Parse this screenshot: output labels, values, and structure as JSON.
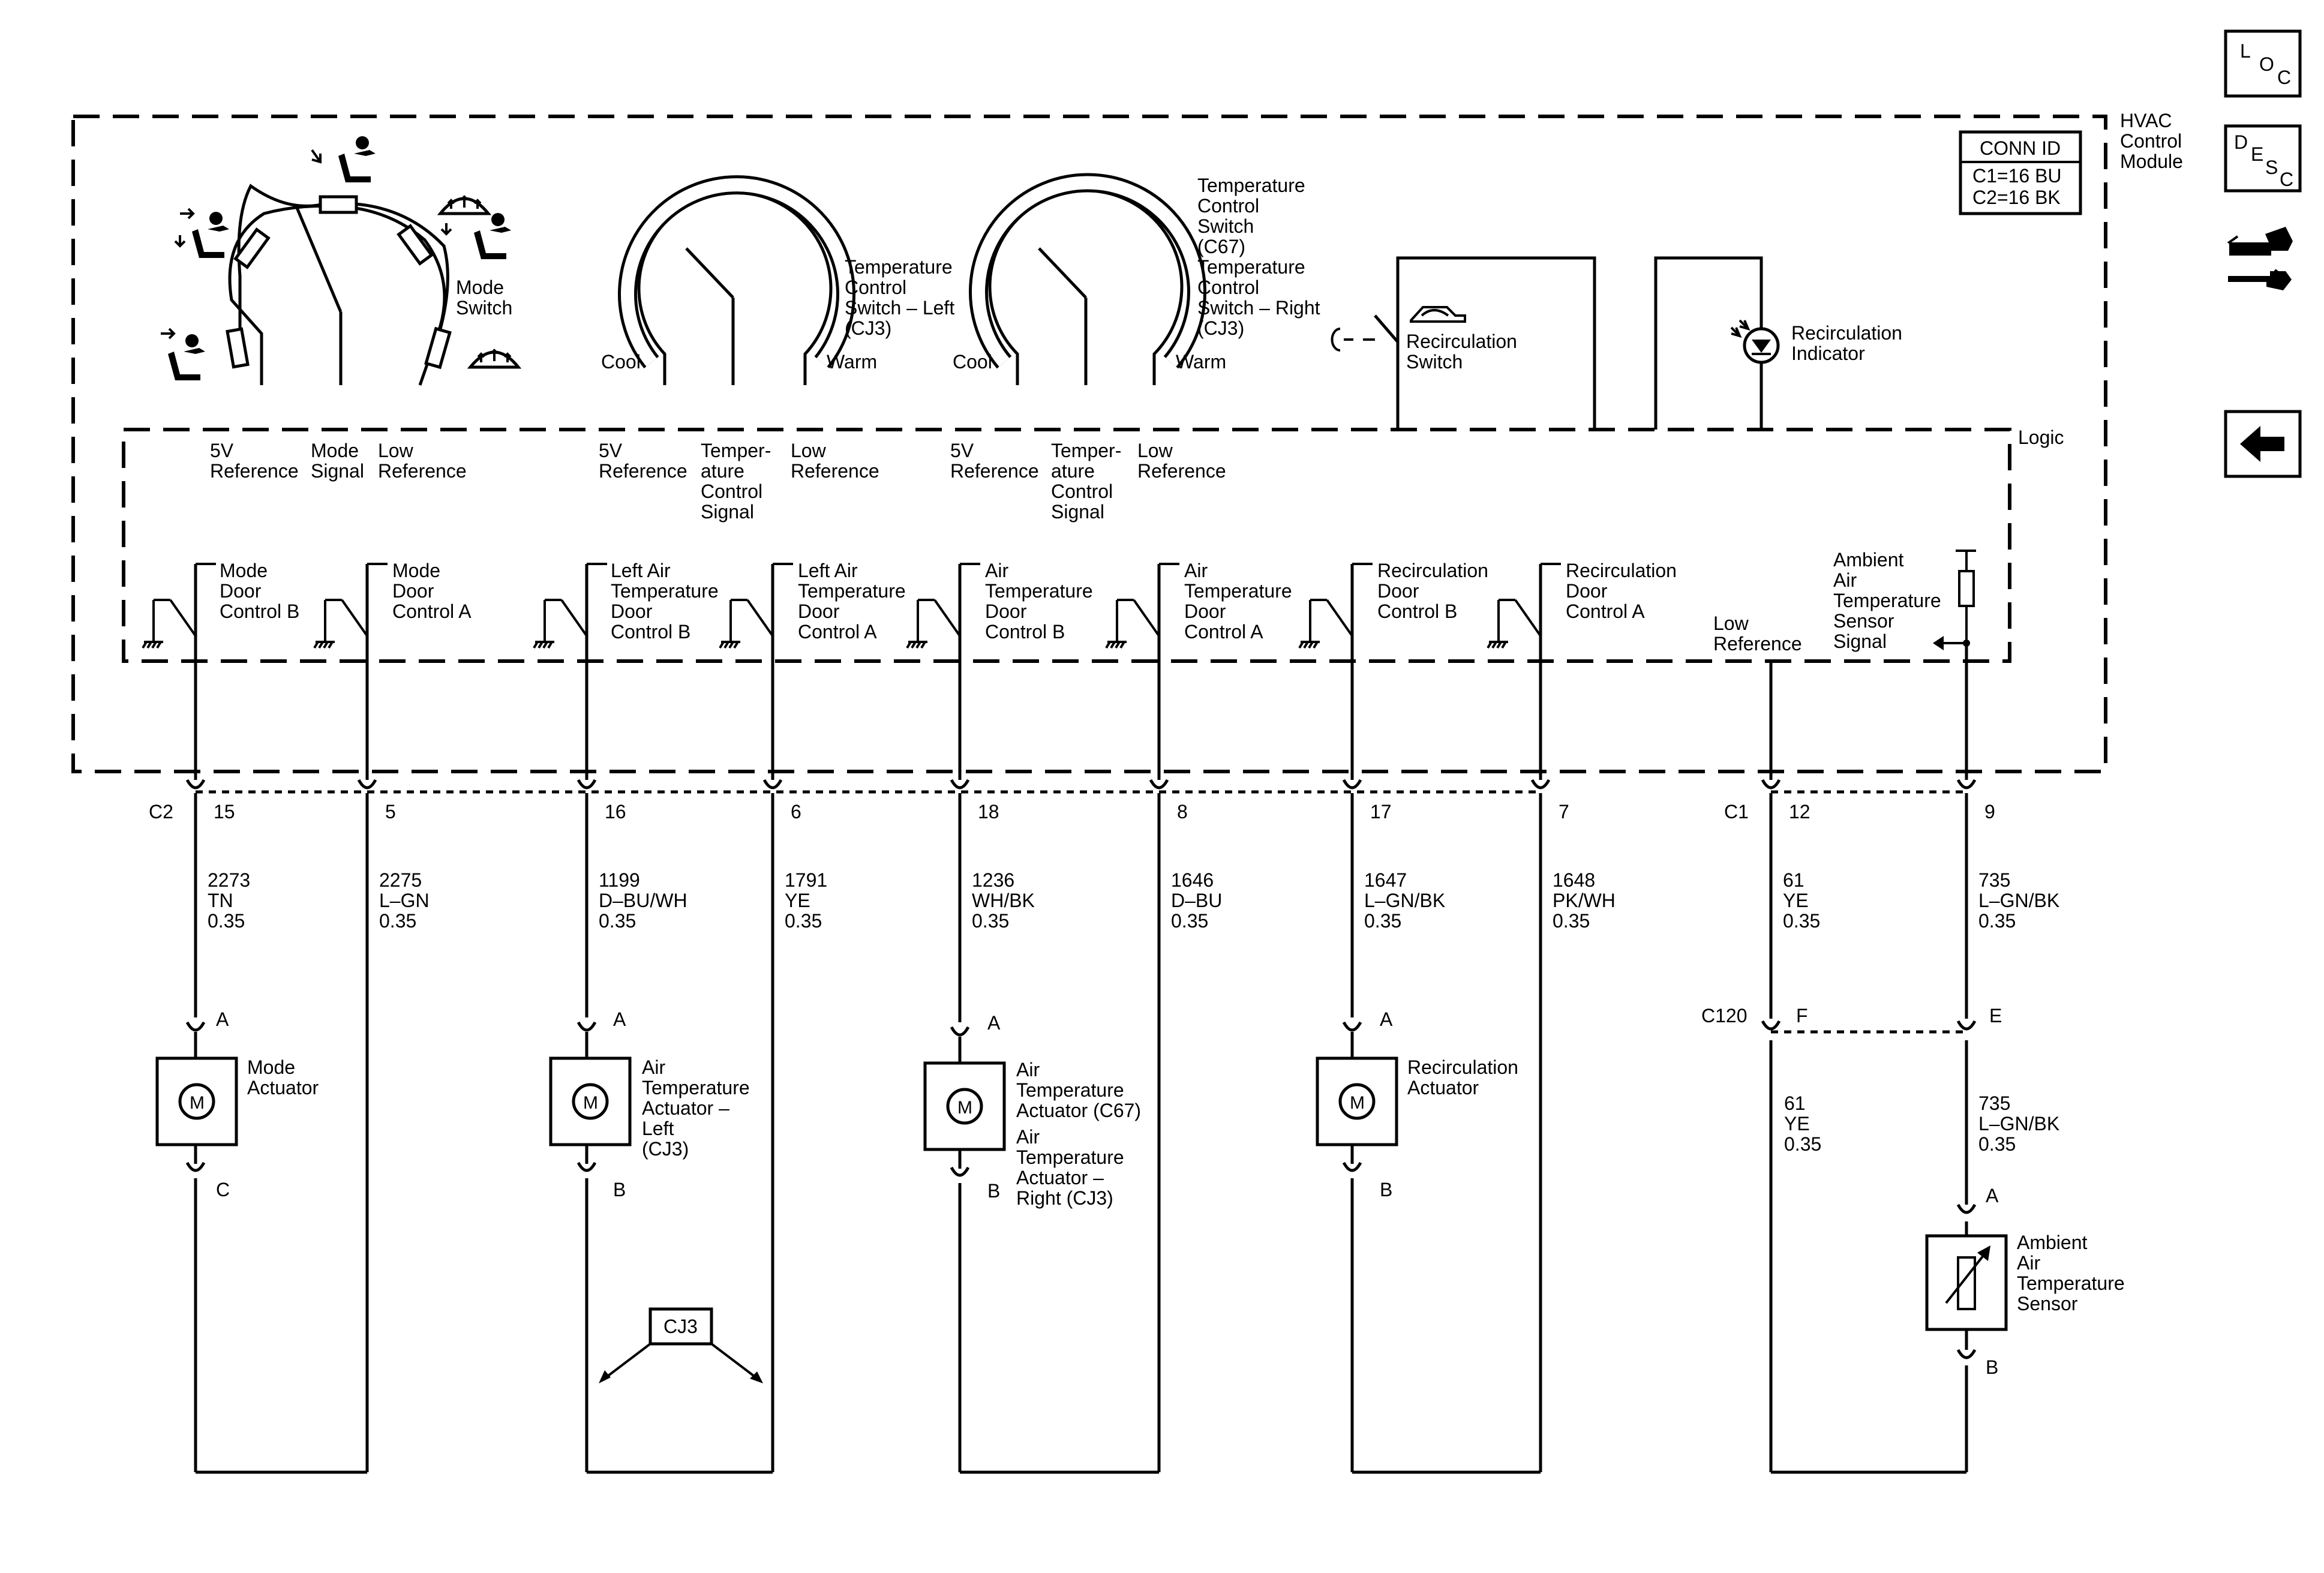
{
  "module": {
    "name": [
      "HVAC",
      "Control",
      "Module"
    ],
    "logic_label": "Logic",
    "conn_id": {
      "title": "CONN ID",
      "c1": "C1=16 BU",
      "c2": "C2=16 BK"
    }
  },
  "mode_switch": {
    "label": [
      "Mode",
      "Switch"
    ],
    "terminals": {
      "ref": [
        "5V",
        "Reference"
      ],
      "signal": [
        "Mode",
        "Signal"
      ],
      "low": [
        "Low",
        "Reference"
      ]
    }
  },
  "temp_left": {
    "label": [
      "Temperature",
      "Control",
      "Switch – Left",
      "(CJ3)"
    ],
    "cool": "Cool",
    "warm": "Warm",
    "terminals": {
      "ref": [
        "5V",
        "Reference"
      ],
      "signal": [
        "Temper-",
        "ature",
        "Control",
        "Signal"
      ],
      "low": [
        "Low",
        "Reference"
      ]
    }
  },
  "temp_right": {
    "label": [
      "Temperature",
      "Control",
      "Switch",
      "(C67)",
      "Temperature",
      "Control",
      "Switch – Right",
      "(CJ3)"
    ],
    "cool": "Cool",
    "warm": "Warm",
    "terminals": {
      "ref": [
        "5V",
        "Reference"
      ],
      "signal": [
        "Temper-",
        "ature",
        "Control",
        "Signal"
      ],
      "low": [
        "Low",
        "Reference"
      ]
    }
  },
  "recirc_switch": {
    "label": [
      "Recirculation",
      "Switch"
    ]
  },
  "recirc_indicator": {
    "label": [
      "Recirculation",
      "Indicator"
    ]
  },
  "drivers": [
    {
      "label": [
        "Mode",
        "Door",
        "Control B"
      ]
    },
    {
      "label": [
        "Mode",
        "Door",
        "Control A"
      ]
    },
    {
      "label": [
        "Left Air",
        "Temperature",
        "Door",
        "Control B"
      ]
    },
    {
      "label": [
        "Left Air",
        "Temperature",
        "Door",
        "Control A"
      ]
    },
    {
      "label": [
        "Air",
        "Temperature",
        "Door",
        "Control B"
      ]
    },
    {
      "label": [
        "Air",
        "Temperature",
        "Door",
        "Control A"
      ]
    },
    {
      "label": [
        "Recirculation",
        "Door",
        "Control B"
      ]
    },
    {
      "label": [
        "Recirculation",
        "Door",
        "Control A"
      ]
    }
  ],
  "low_ref": {
    "label": [
      "Low",
      "Reference"
    ]
  },
  "ambient_signal": {
    "label": [
      "Ambient",
      "Air",
      "Temperature",
      "Sensor",
      "Signal"
    ]
  },
  "connectors": {
    "c2": "C2",
    "c1": "C1",
    "c120": "C120"
  },
  "wires": [
    {
      "pin": "15",
      "circuit": "2273",
      "color": "TN",
      "gauge": "0.35"
    },
    {
      "pin": "5",
      "circuit": "2275",
      "color": "L–GN",
      "gauge": "0.35"
    },
    {
      "pin": "16",
      "circuit": "1199",
      "color": "D–BU/WH",
      "gauge": "0.35"
    },
    {
      "pin": "6",
      "circuit": "1791",
      "color": "YE",
      "gauge": "0.35"
    },
    {
      "pin": "18",
      "circuit": "1236",
      "color": "WH/BK",
      "gauge": "0.35"
    },
    {
      "pin": "8",
      "circuit": "1646",
      "color": "D–BU",
      "gauge": "0.35"
    },
    {
      "pin": "17",
      "circuit": "1647",
      "color": "L–GN/BK",
      "gauge": "0.35"
    },
    {
      "pin": "7",
      "circuit": "1648",
      "color": "PK/WH",
      "gauge": "0.35"
    },
    {
      "pin": "12",
      "circuit": "61",
      "color": "YE",
      "gauge": "0.35"
    },
    {
      "pin": "9",
      "circuit": "735",
      "color": "L–GN/BK",
      "gauge": "0.35"
    }
  ],
  "c120_pins": {
    "f": "F",
    "e": "E"
  },
  "lower_wires": [
    {
      "circuit": "61",
      "color": "YE",
      "gauge": "0.35"
    },
    {
      "circuit": "735",
      "color": "L–GN/BK",
      "gauge": "0.35"
    }
  ],
  "actuators": [
    {
      "label": [
        "Mode",
        "Actuator"
      ],
      "pin_top": "A",
      "pin_bottom": "C",
      "symbol": "M"
    },
    {
      "label": [
        "Air",
        "Temperature",
        "Actuator –",
        "Left",
        "(CJ3)"
      ],
      "pin_top": "A",
      "pin_bottom": "B",
      "symbol": "M"
    },
    {
      "label": [
        "Air",
        "Temperature",
        "Actuator (C67)",
        "Air",
        "Temperature",
        "Actuator –",
        "Right (CJ3)"
      ],
      "pin_top": "A",
      "pin_bottom": "B",
      "symbol": "M"
    },
    {
      "label": [
        "Recirculation",
        "Actuator"
      ],
      "pin_top": "A",
      "pin_bottom": "B",
      "symbol": "M"
    }
  ],
  "ambient_sensor": {
    "label": [
      "Ambient",
      "Air",
      "Temperature",
      "Sensor"
    ],
    "pin_top": "A",
    "pin_bottom": "B"
  },
  "option_box": "CJ3",
  "nav": {
    "loc": [
      "L",
      "O",
      "C"
    ],
    "desc": [
      "D",
      "E",
      "S",
      "C"
    ],
    "connector_icon": "connector-end-view-icon",
    "back_icon": "back-arrow-icon"
  }
}
